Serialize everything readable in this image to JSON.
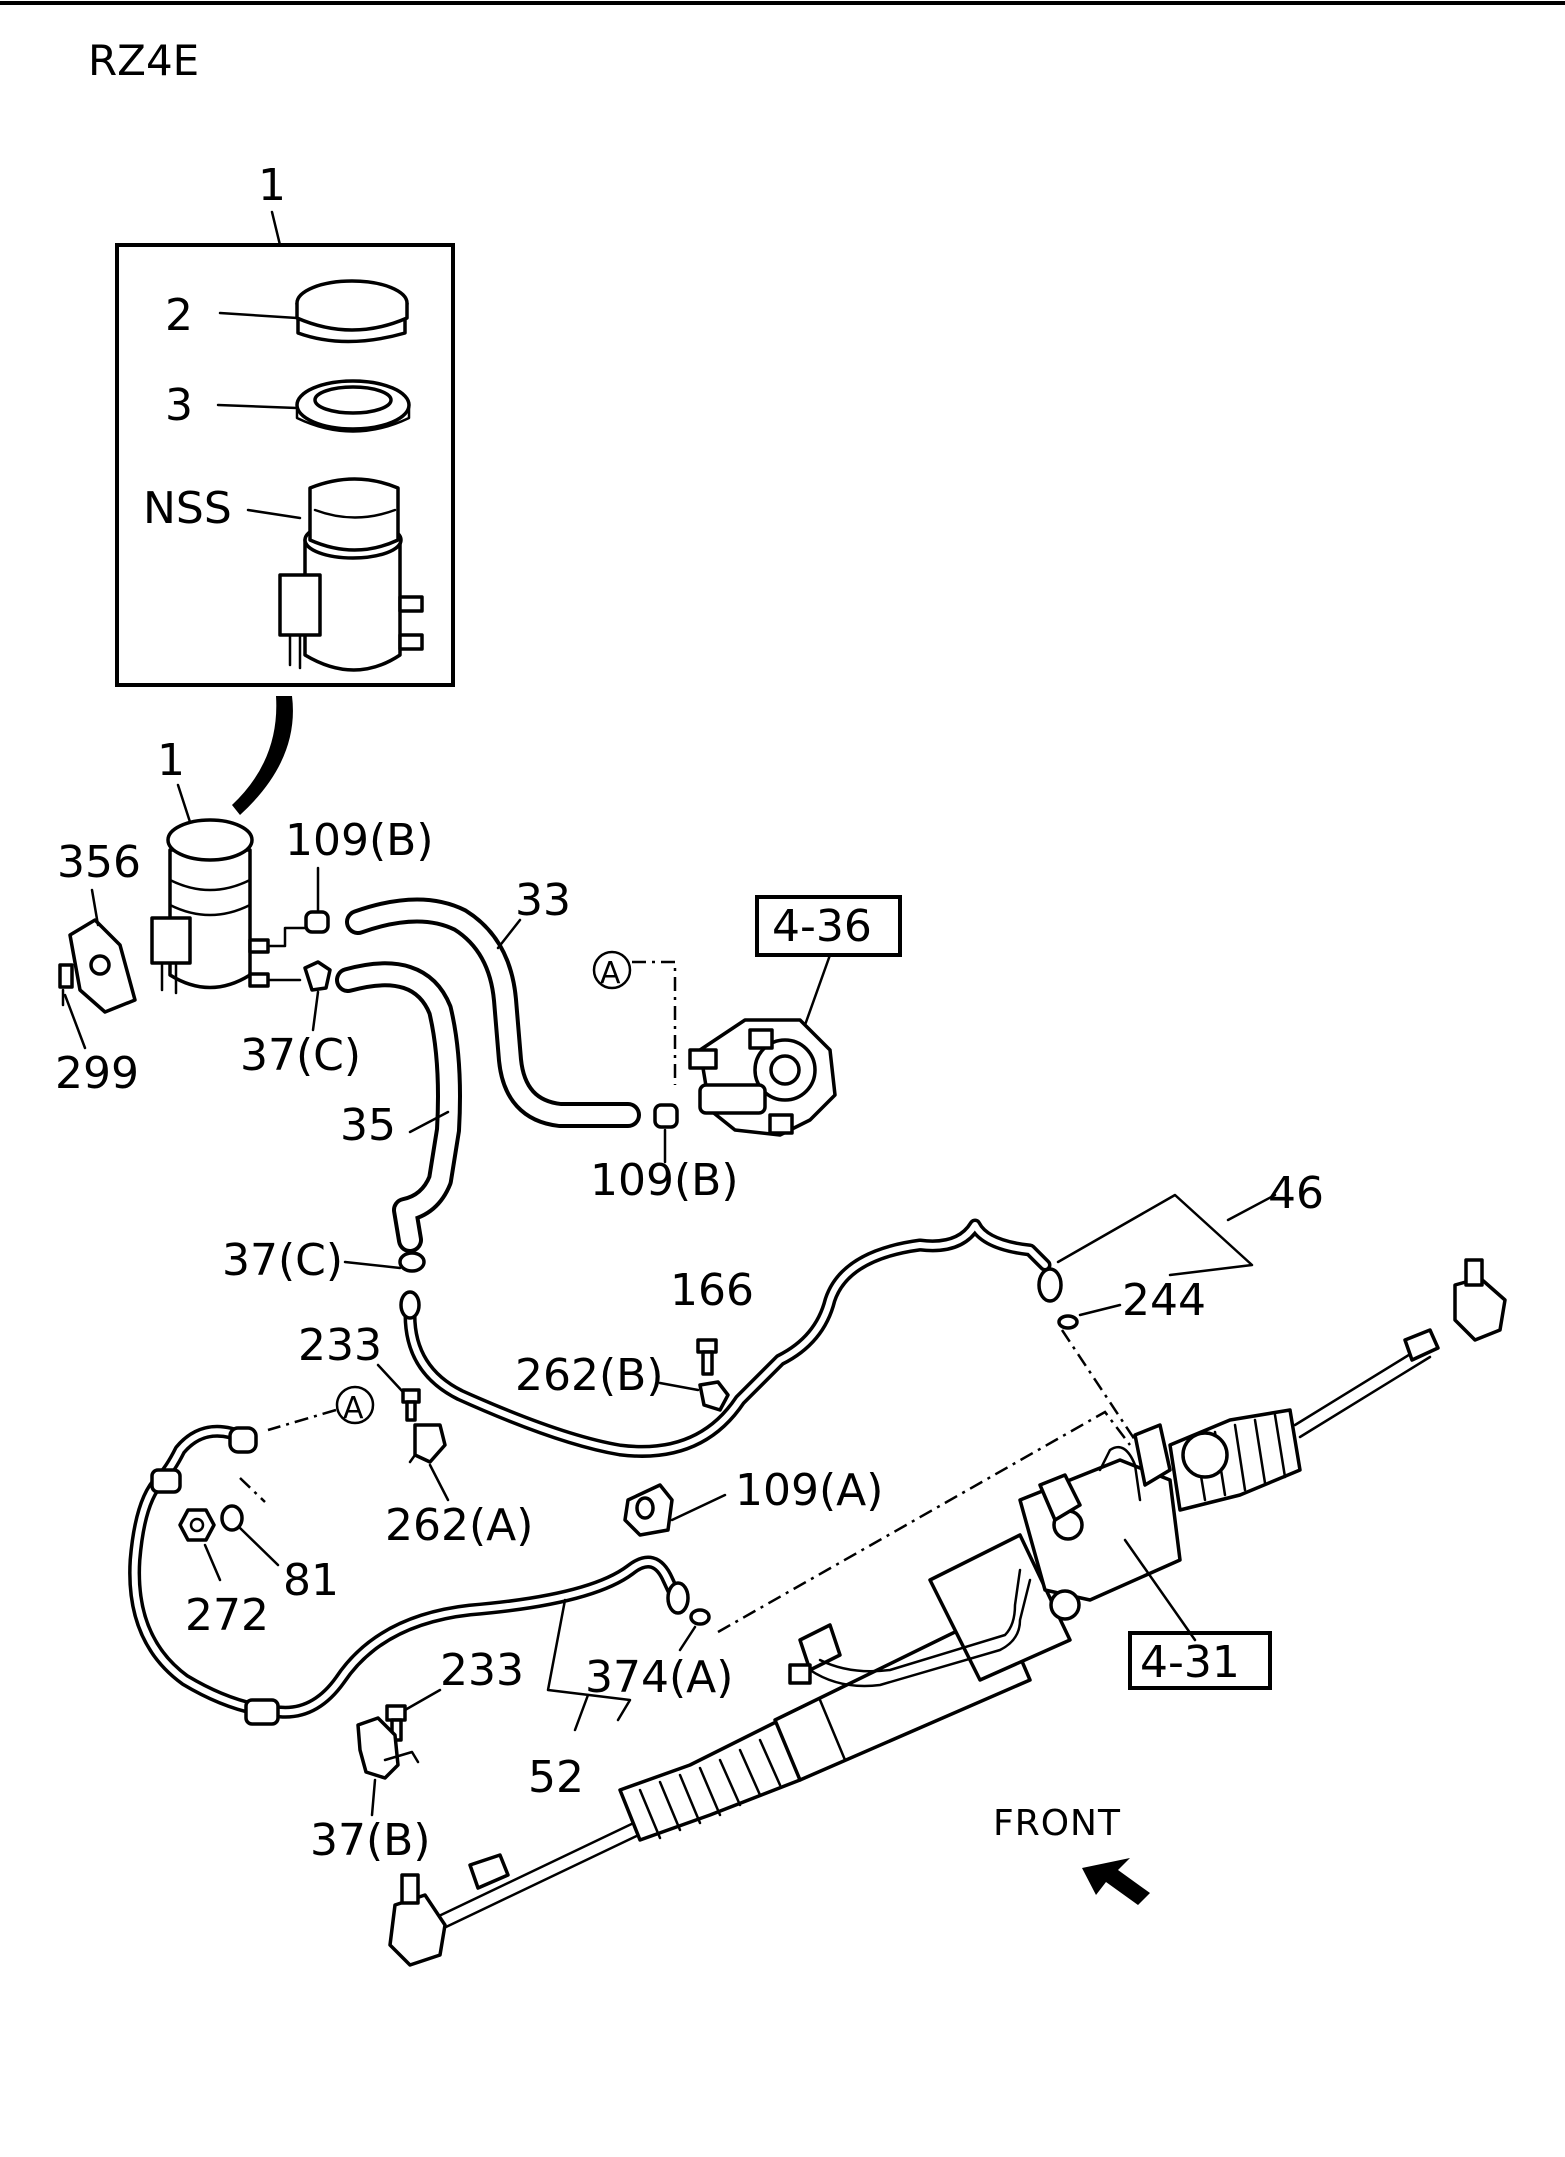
{
  "header": {
    "model_code": "RZ4E"
  },
  "callouts": {
    "reservoir_assy_top": "1",
    "cap": "2",
    "seal": "3",
    "reservoir_body": "NSS",
    "reservoir_assy": "1",
    "bracket": "356",
    "bolt_299": "299",
    "clip_109b_upper": "109(B)",
    "clamp_37c_upper": "37(C)",
    "hose_33": "33",
    "hose_35": "35",
    "ref_a_upper": "A",
    "pump_ref": "4-36",
    "clip_109b_lower": "109(B)",
    "clamp_37c_lower": "37(C)",
    "pipe_46": "46",
    "oring_244": "244",
    "bolt_166": "166",
    "clip_262b": "262(B)",
    "bolt_233_upper": "233",
    "ref_a_lower": "A",
    "clip_262a": "262(A)",
    "washer_81": "81",
    "nut_272": "272",
    "grommet_109a": "109(A)",
    "bolt_233_lower": "233",
    "oring_374a": "374(A)",
    "pipe_52": "52",
    "clamp_37b": "37(B)",
    "gear_ref": "4-31",
    "front_label": "FRONT"
  },
  "icons": {
    "front_arrow": "arrow-up-left-icon",
    "ref_circle": "circled-letter-icon"
  },
  "colors": {
    "ink": "#000000",
    "paper": "#ffffff"
  }
}
